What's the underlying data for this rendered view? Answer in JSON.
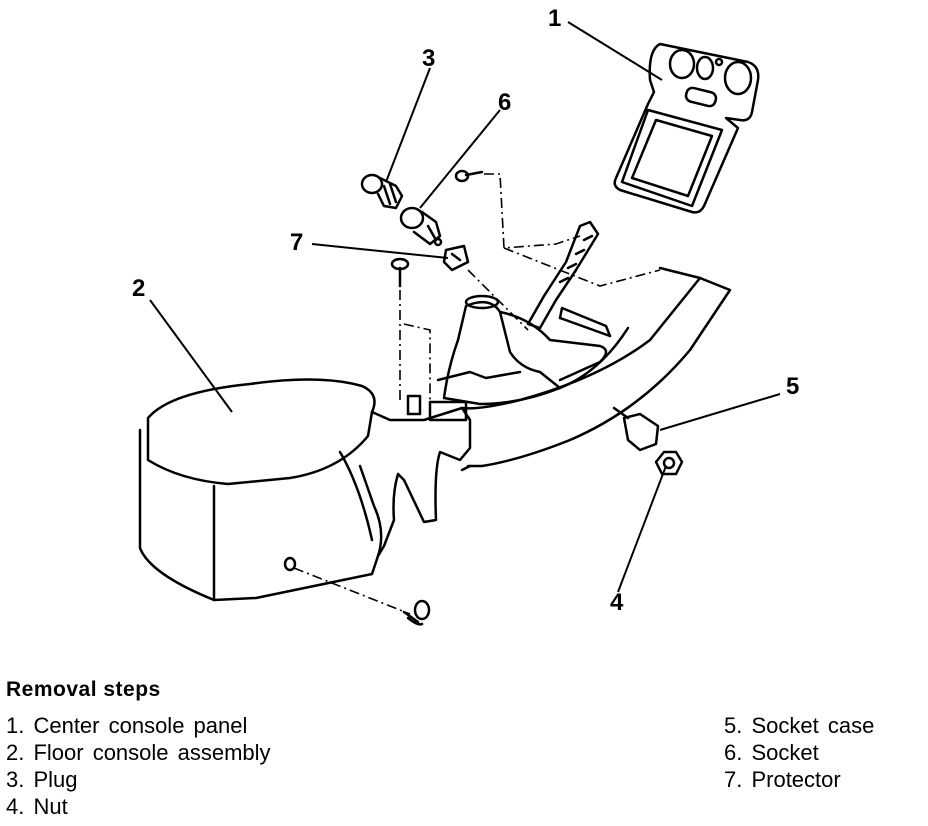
{
  "callouts": {
    "c1": "1",
    "c2": "2",
    "c3": "3",
    "c4": "4",
    "c5": "5",
    "c6": "6",
    "c7": "7"
  },
  "removal": {
    "title": "Removal steps",
    "left": [
      "1. Center console panel",
      "2. Floor console assembly",
      "3. Plug",
      "4. Nut"
    ],
    "right": [
      "5. Socket case",
      "6. Socket",
      "7. Protector"
    ]
  }
}
